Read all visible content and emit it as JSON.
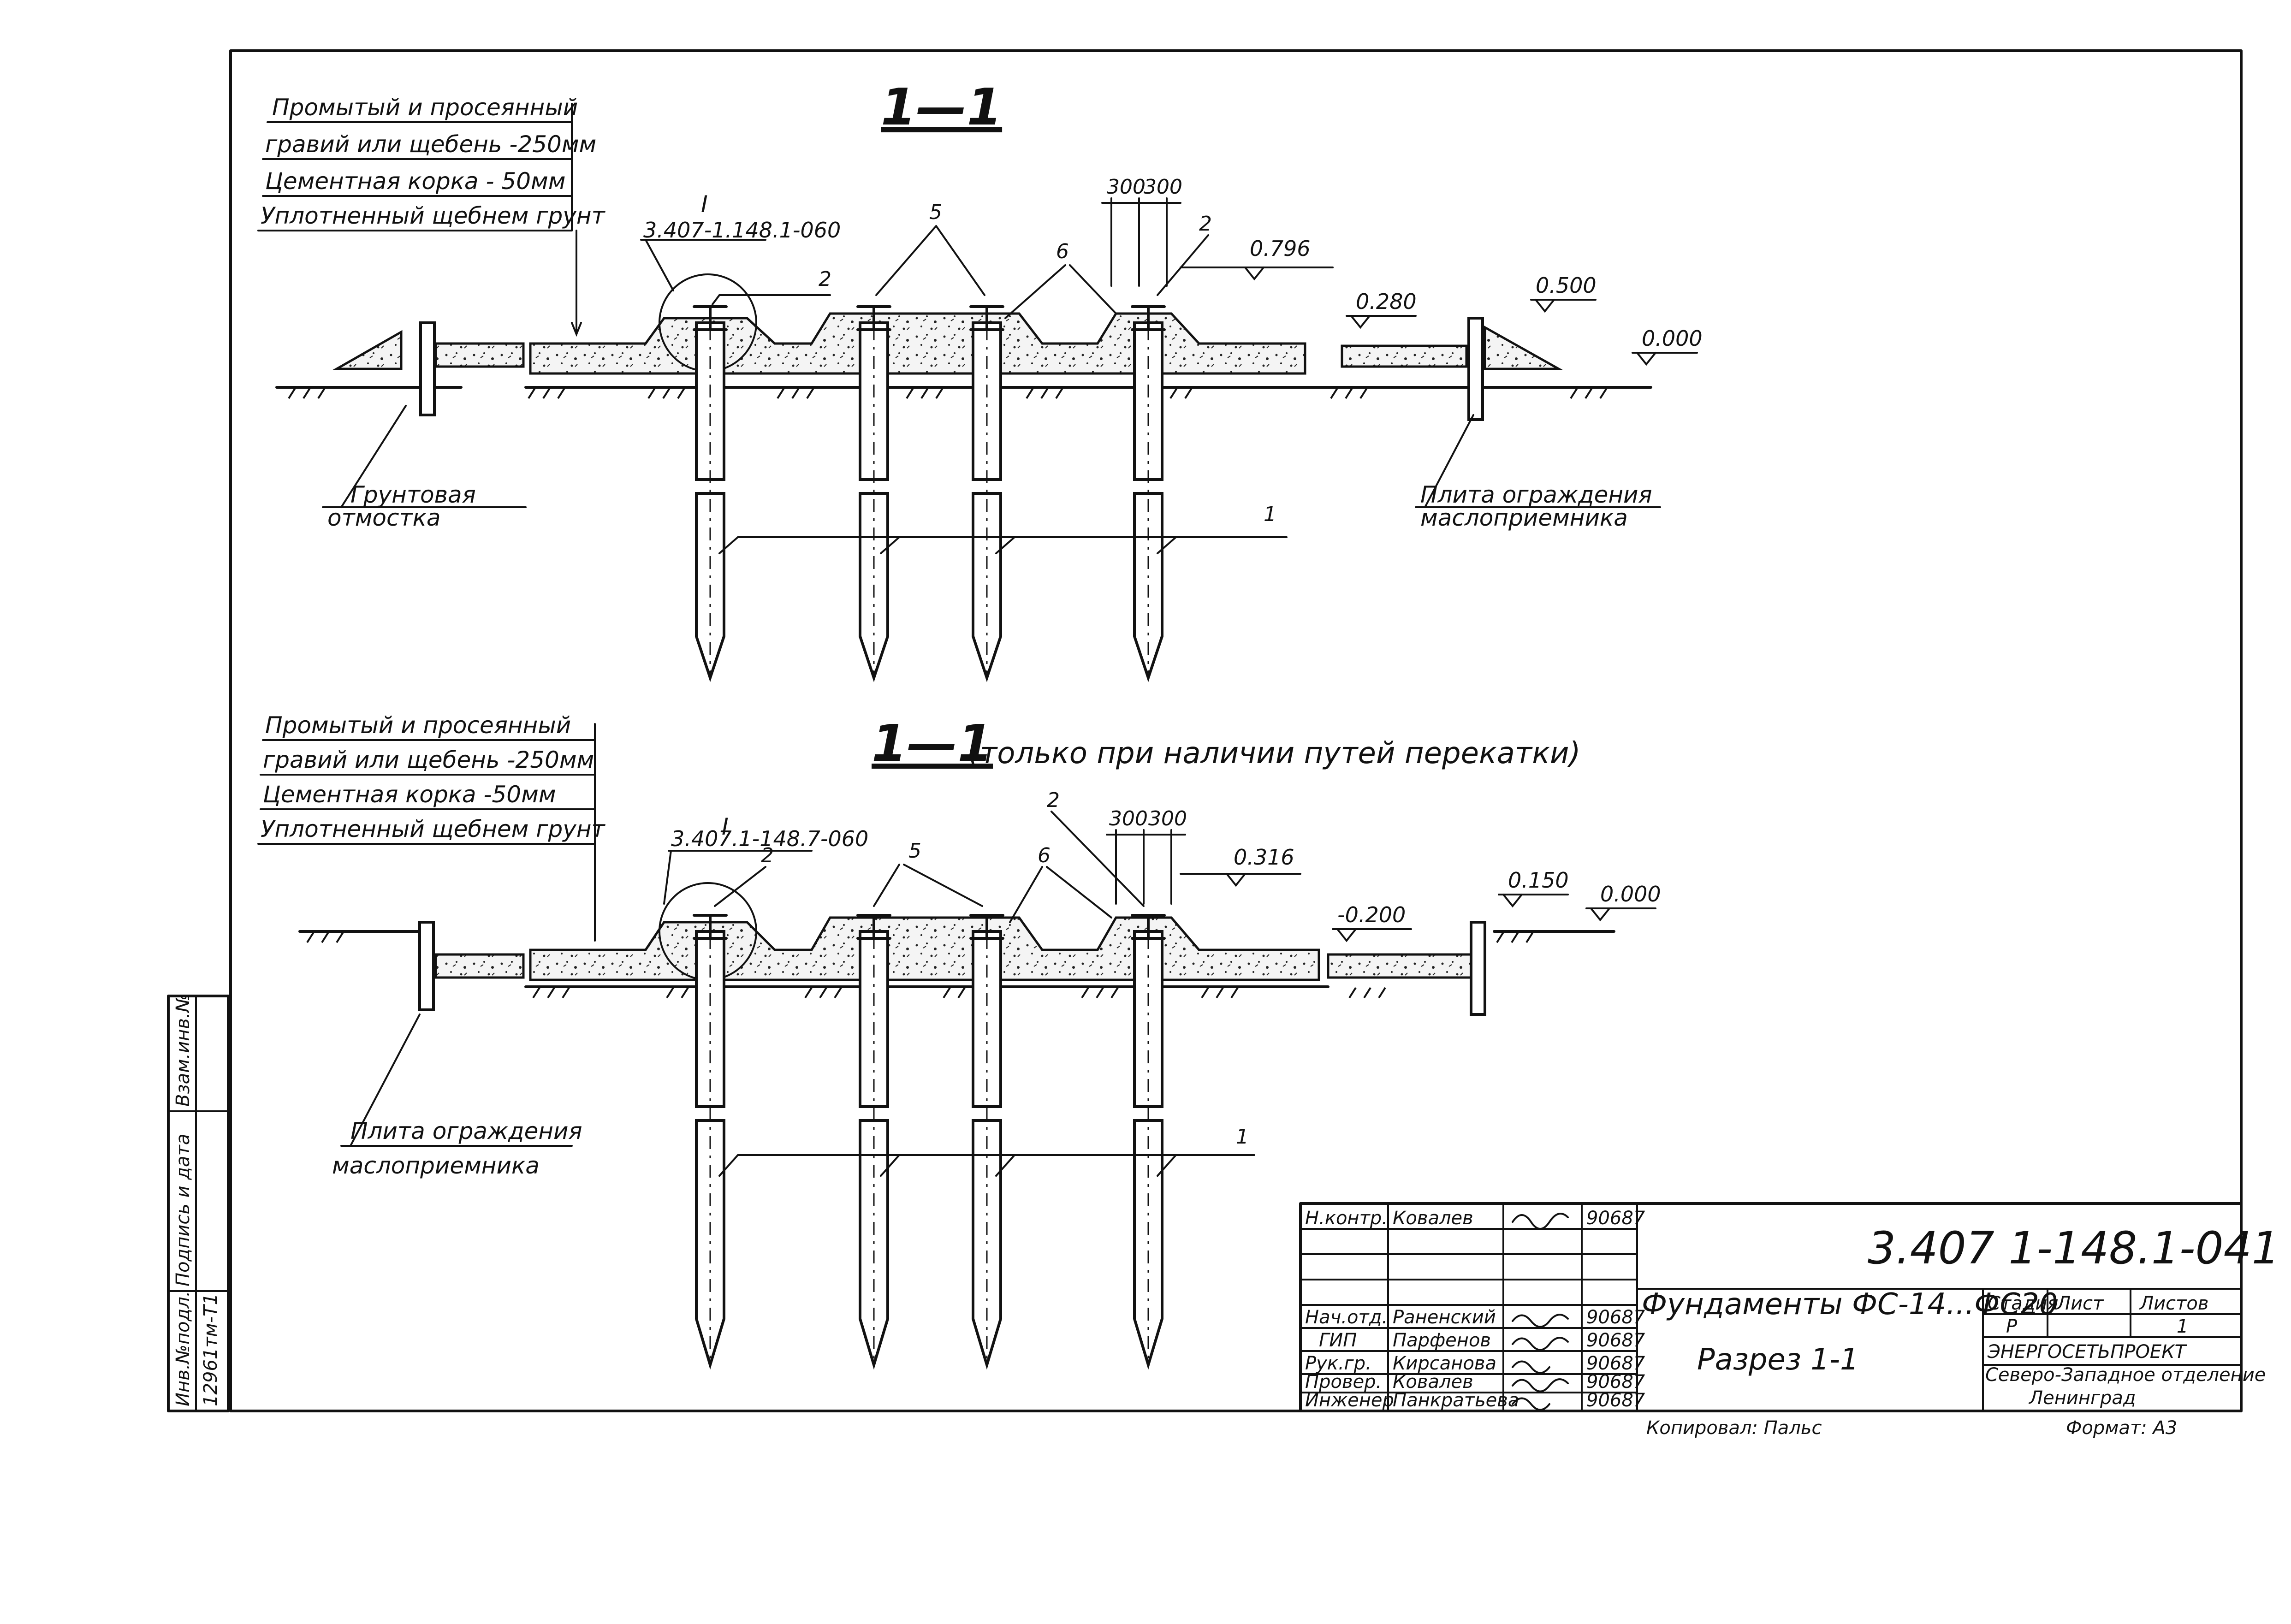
{
  "section_top": {
    "title": "1—1",
    "layer_labels": [
      "Промытый и просеянный",
      "гравий или щебень -250мм",
      "Цементная корка - 50мм",
      "Уплотненный щебнем грунт"
    ],
    "detail_mark": "I",
    "detail_ref": "3.407-1.148.1-060",
    "callouts": {
      "c2a": "2",
      "c5": "5",
      "c6": "6",
      "c2b": "2",
      "c1": "1"
    },
    "dims": {
      "d1": "300",
      "d2": "300"
    },
    "levels": {
      "l1": "0.796",
      "l2": "0.280",
      "l3": "0.500",
      "l4": "0.000"
    },
    "note_left": [
      "Грунтовая",
      "отмостка"
    ],
    "note_right": [
      "Плита ограждения",
      "маслоприемника"
    ]
  },
  "section_bottom": {
    "title": "1—1",
    "subtitle": "(только при наличии путей перекатки)",
    "layer_labels": [
      "Промытый и просеянный",
      "гравий или щебень -250мм",
      "Цементная корка -50мм",
      "Уплотненный щебнем грунт"
    ],
    "detail_mark": "I",
    "detail_ref": "3.407.1-148.7-060",
    "callouts": {
      "c2a": "2",
      "c5": "5",
      "c6": "6",
      "c2b": "2",
      "c1": "1"
    },
    "dims": {
      "d1": "300",
      "d2": "300"
    },
    "levels": {
      "l1": "0.316",
      "l2": "-0.200",
      "l3": "0.150",
      "l4": "0.000"
    },
    "note_left": [
      "Плита ограждения",
      "маслоприемника"
    ]
  },
  "side_stamp": {
    "col1": "Инв.№подл.",
    "col1_value": "12961тм-Т1",
    "col2": "Подпись и дата",
    "col3": "Взам.инв.№"
  },
  "title_block": {
    "code": "3.407 1-148.1-041",
    "name": "Фундаменты ФС-14...ФС20",
    "sheet_title": "Разрез 1-1",
    "roles": [
      "Н.контр.",
      "",
      "",
      "Нач.отд.",
      "ГИП",
      "Рук.гр.",
      "Провер.",
      "Инженер"
    ],
    "names": [
      "Ковалев",
      "",
      "",
      "Раненский",
      "Парфенов",
      "Кирсанова",
      "Ковалев",
      "Панкратьева"
    ],
    "dates": [
      "90687",
      "",
      "",
      "90687",
      "90687",
      "90687",
      "90687",
      "90687"
    ],
    "stage_label": "Стадия",
    "sheet_label": "Лист",
    "sheets_label": "Листов",
    "stage_value": "Р",
    "sheets_value": "1",
    "org1": "ЭНЕРГОСЕТЬПРОЕКТ",
    "org2": "Северо-Западное отделение",
    "org3": "Ленинград",
    "copied": "Копировал: Пальс",
    "format": "Формат: А3"
  }
}
